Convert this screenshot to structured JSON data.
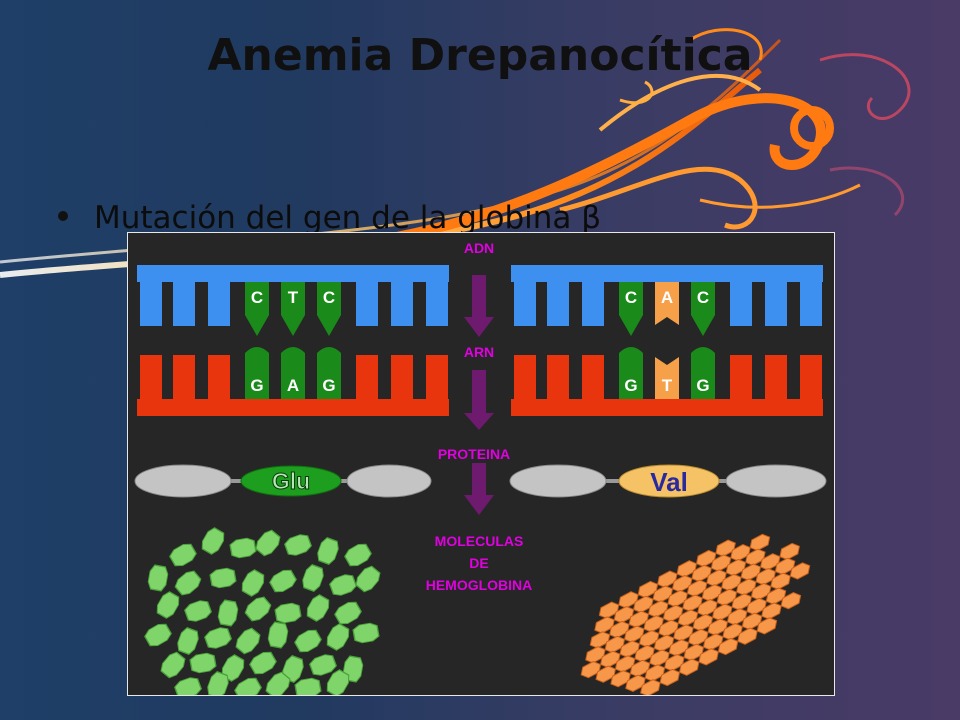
{
  "slide": {
    "title": "Anemia Drepanocítica",
    "bullet": "Mutación del gen de la globina β"
  },
  "diagram": {
    "labels": {
      "adn": "ADN",
      "arn": "ARN",
      "proteina": "PROTEINA",
      "moleculas_line1": "MOLECULAS",
      "moleculas_line2": "DE",
      "moleculas_line3": "HEMOGLOBINA"
    },
    "normal": {
      "dna": [
        "C",
        "T",
        "C"
      ],
      "rna": [
        "G",
        "A",
        "G"
      ],
      "amino_acid": "Glu"
    },
    "mutant": {
      "dna": [
        "C",
        "A",
        "C"
      ],
      "rna": [
        "G",
        "T",
        "G"
      ],
      "amino_acid": "Val"
    },
    "colors": {
      "dna_strand": "#3d8ff0",
      "rna_strand": "#e8350e",
      "base_green": "#1a8a1a",
      "base_orange": "#f7a04a",
      "arrow": "#6e1a6e",
      "label": "#e000e0",
      "glu_fill": "#1e9e1e",
      "val_fill": "#f5c266"
    }
  }
}
